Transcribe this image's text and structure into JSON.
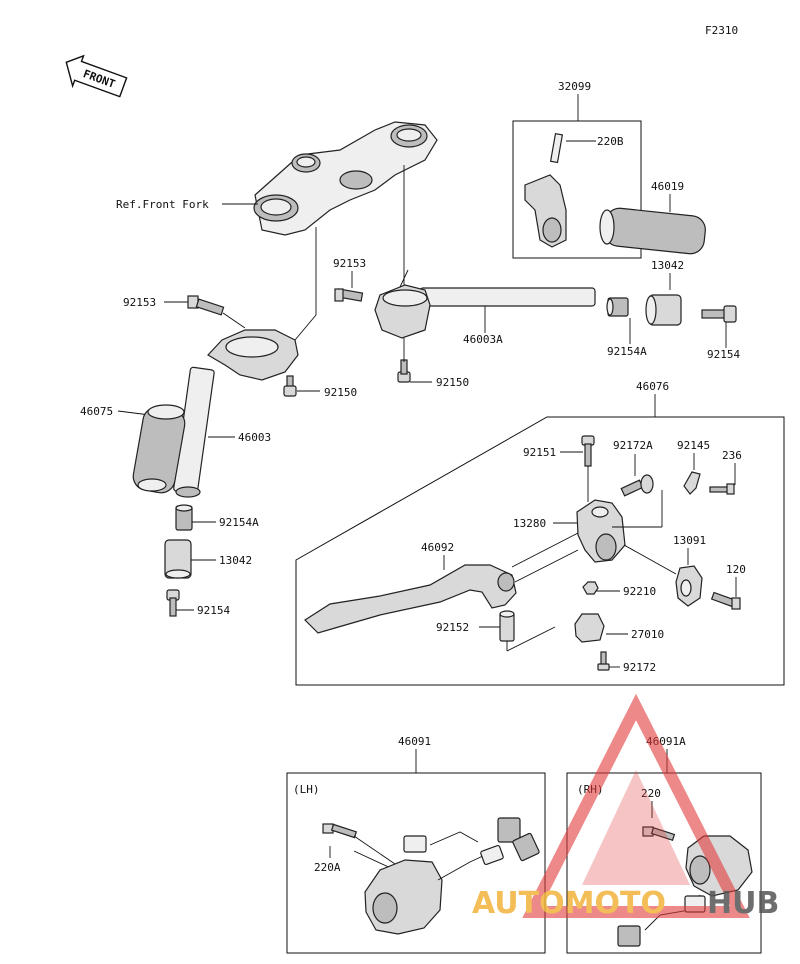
{
  "figure_code": "F2310",
  "front_label": "FRONT",
  "ref_label": "Ref.Front Fork",
  "groups": {
    "g32099": "32099",
    "g46076": "46076",
    "g46091": "46091",
    "g46091a": "46091A",
    "lh": "(LH)",
    "rh": "(RH)"
  },
  "parts": {
    "p220b": "220B",
    "p46019": "46019",
    "p13042_top": "13042",
    "p92153_top": "92153",
    "p92153_left": "92153",
    "p46003a": "46003A",
    "p92154a_top": "92154A",
    "p92154_top": "92154",
    "p92150_left": "92150",
    "p92150_mid": "92150",
    "p46075": "46075",
    "p46003": "46003",
    "p92154a_left": "92154A",
    "p13042_left": "13042",
    "p92154_left": "92154",
    "p92151": "92151",
    "p92172a": "92172A",
    "p92145": "92145",
    "p236": "236",
    "p13280": "13280",
    "p13091": "13091",
    "p46092": "46092",
    "p120": "120",
    "p92210": "92210",
    "p92152": "92152",
    "p27010": "27010",
    "p92172": "92172",
    "p220a": "220A",
    "p220": "220"
  },
  "watermark": {
    "text": "AUTOMOTOHUB",
    "part1": "AUTOMOTO",
    "part2": "HUB",
    "color_primary": "#f2b23a",
    "color_secondary": "#555555",
    "triangle_color": "#e23a3a"
  }
}
